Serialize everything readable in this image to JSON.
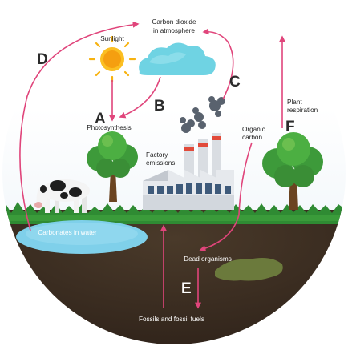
{
  "labels": {
    "co2": [
      "Carbon dioxide",
      "in atmosphere"
    ],
    "sunlight": "Sunlight",
    "photosynthesis": "Photosynthesis",
    "factory": [
      "Factory",
      "emissions"
    ],
    "organic": [
      "Organic",
      "carbon"
    ],
    "plant_resp": [
      "Plant",
      "respiration"
    ],
    "carbonates": "Carbonates in water",
    "dead": "Dead organisms",
    "fossils": "Fossils and fossil fuels"
  },
  "letters": {
    "a": "A",
    "b": "B",
    "c": "C",
    "d": "D",
    "e": "E",
    "f": "F"
  },
  "colors": {
    "sky": "#1d6fd3",
    "grass": "#2e8a34",
    "soil": "#3f2f22",
    "water": "#7fd0ea",
    "arrow": "#e0457b"
  }
}
